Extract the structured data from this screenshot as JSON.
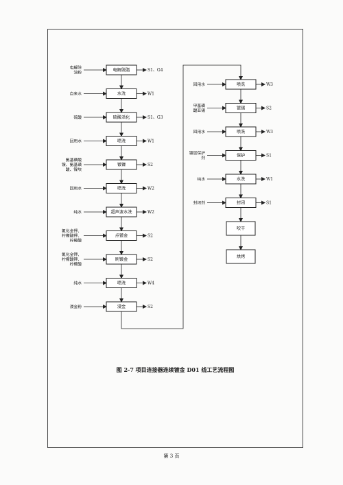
{
  "diagram": {
    "caption": "图 2-7 项目连接器连续镀金 D01 线工艺流程图",
    "columns": [
      {
        "steps": [
          {
            "label": "电解脱脂",
            "input": [
              "电解除",
              "油粉"
            ],
            "output": "S1、G4"
          },
          {
            "label": "水洗",
            "input": [
              "自来水"
            ],
            "output": "W1"
          },
          {
            "label": "硫酸活化",
            "input": [
              "硫酸"
            ],
            "output": "S1、G3"
          },
          {
            "label": "喷洗",
            "input": [
              "回用水"
            ],
            "output": "W1"
          },
          {
            "label": "镀镍",
            "input": [
              "氨基磺酸",
              "镍、氨基磺",
              "酸、镍块"
            ],
            "output": "S2"
          },
          {
            "label": "喷洗",
            "input": [
              "回用水"
            ],
            "output": "W2"
          },
          {
            "label": "超声波水洗",
            "input": [
              "纯水"
            ],
            "output": "W2"
          },
          {
            "label": "点镀金",
            "input": [
              "氰化金钾、",
              "柠檬酸钾、",
              "柠檬酸"
            ],
            "output": "S2"
          },
          {
            "label": "刷镀金",
            "input": [
              "氰化金钾、",
              "柠檬酸钾、",
              "柠檬酸"
            ],
            "output": "S2"
          },
          {
            "label": "喷洗",
            "input": [
              "纯水"
            ],
            "output": "W4"
          },
          {
            "label": "浸金",
            "input": [
              "浸金粉"
            ],
            "output": "S2"
          }
        ]
      },
      {
        "steps": [
          {
            "label": "喷洗",
            "input": [
              "回用水"
            ],
            "output": "W3"
          },
          {
            "label": "镀锡",
            "input": [
              "甲基磺",
              "酸亚锡"
            ],
            "output": "S2"
          },
          {
            "label": "喷洗",
            "input": [
              "回用水"
            ],
            "output": "W3"
          },
          {
            "label": "保护",
            "input": [
              "镀层保护",
              "剂"
            ],
            "output": "S1"
          },
          {
            "label": "水洗",
            "input": [
              "纯水"
            ],
            "output": "W1"
          },
          {
            "label": "封闭",
            "input": [
              "封闭剂"
            ],
            "output": "S1"
          },
          {
            "label": "吹干",
            "input": [],
            "output": ""
          },
          {
            "label": "烘烤",
            "input": [],
            "output": ""
          }
        ]
      }
    ]
  },
  "footer": {
    "page_number": "第 3 页"
  }
}
